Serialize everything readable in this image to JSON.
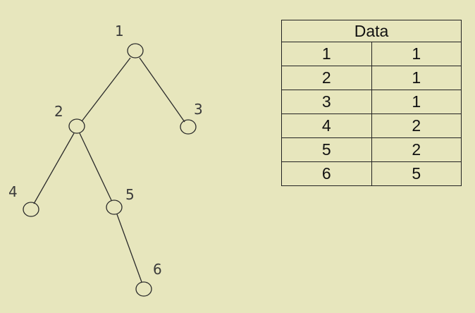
{
  "tree": {
    "nodes": [
      {
        "id": "1",
        "label": "1"
      },
      {
        "id": "2",
        "label": "2"
      },
      {
        "id": "3",
        "label": "3"
      },
      {
        "id": "4",
        "label": "4"
      },
      {
        "id": "5",
        "label": "5"
      },
      {
        "id": "6",
        "label": "6"
      }
    ],
    "edges": [
      {
        "from": "1",
        "to": "2"
      },
      {
        "from": "1",
        "to": "3"
      },
      {
        "from": "2",
        "to": "4"
      },
      {
        "from": "2",
        "to": "5"
      },
      {
        "from": "5",
        "to": "6"
      }
    ]
  },
  "table": {
    "header": "Data",
    "rows": [
      [
        "1",
        "1"
      ],
      [
        "2",
        "1"
      ],
      [
        "3",
        "1"
      ],
      [
        "4",
        "2"
      ],
      [
        "5",
        "2"
      ],
      [
        "6",
        "5"
      ]
    ]
  },
  "colors": {
    "background": "#e7e6bd",
    "line": "#2a2a2a"
  }
}
